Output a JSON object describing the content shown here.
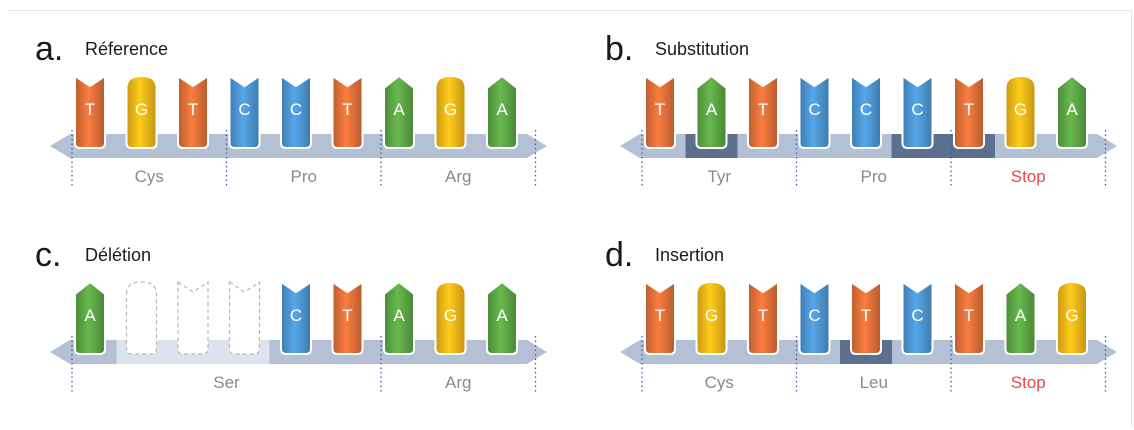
{
  "colors": {
    "T": "#e8743b",
    "G": "#fbbd18",
    "C": "#4f9bd9",
    "A": "#5fab47",
    "backbone": "#b4c0d3",
    "changed": "#5d6f8e",
    "deleted": "#dde3ec",
    "codon_text": "#8a8a8a",
    "stop_text": "#e04b4b",
    "divider": "#3b5ea8"
  },
  "panels": [
    {
      "id": "a",
      "label": "a.",
      "title": "Réference",
      "bases": [
        {
          "letter": "T",
          "shape": "receptor"
        },
        {
          "letter": "G",
          "shape": "round"
        },
        {
          "letter": "T",
          "shape": "receptor"
        },
        {
          "letter": "C",
          "shape": "receptor"
        },
        {
          "letter": "C",
          "shape": "receptor"
        },
        {
          "letter": "T",
          "shape": "receptor"
        },
        {
          "letter": "A",
          "shape": "pointed"
        },
        {
          "letter": "G",
          "shape": "round"
        },
        {
          "letter": "A",
          "shape": "pointed"
        }
      ],
      "codons": [
        {
          "name": "Cys",
          "stop": false,
          "from": 0,
          "to": 3
        },
        {
          "name": "Pro",
          "stop": false,
          "from": 3,
          "to": 6
        },
        {
          "name": "Arg",
          "stop": false,
          "from": 6,
          "to": 9
        }
      ],
      "dividers": [
        0,
        3,
        6,
        9
      ],
      "highlights": []
    },
    {
      "id": "b",
      "label": "b.",
      "title": "Substitution",
      "bases": [
        {
          "letter": "T",
          "shape": "receptor"
        },
        {
          "letter": "A",
          "shape": "pointed"
        },
        {
          "letter": "T",
          "shape": "receptor"
        },
        {
          "letter": "C",
          "shape": "receptor"
        },
        {
          "letter": "C",
          "shape": "receptor"
        },
        {
          "letter": "C",
          "shape": "receptor"
        },
        {
          "letter": "T",
          "shape": "receptor"
        },
        {
          "letter": "G",
          "shape": "round"
        },
        {
          "letter": "A",
          "shape": "pointed"
        }
      ],
      "codons": [
        {
          "name": "Tyr",
          "stop": false,
          "from": 0,
          "to": 3
        },
        {
          "name": "Pro",
          "stop": false,
          "from": 3,
          "to": 6
        },
        {
          "name": "Stop",
          "stop": true,
          "from": 6,
          "to": 9
        }
      ],
      "dividers": [
        0,
        3,
        6,
        9
      ],
      "highlights": [
        1,
        5,
        6
      ]
    },
    {
      "id": "c",
      "label": "c.",
      "title": "Délétion",
      "bases": [
        {
          "letter": "A",
          "shape": "pointed"
        },
        {
          "letter": "",
          "shape": "ghost-round"
        },
        {
          "letter": "",
          "shape": "ghost-receptor"
        },
        {
          "letter": "",
          "shape": "ghost-receptor"
        },
        {
          "letter": "C",
          "shape": "receptor"
        },
        {
          "letter": "T",
          "shape": "receptor"
        },
        {
          "letter": "A",
          "shape": "pointed"
        },
        {
          "letter": "G",
          "shape": "round"
        },
        {
          "letter": "A",
          "shape": "pointed"
        }
      ],
      "codons": [
        {
          "name": "Ser",
          "stop": false,
          "from": 0,
          "to": 6
        },
        {
          "name": "Arg",
          "stop": false,
          "from": 6,
          "to": 9
        }
      ],
      "dividers": [
        0,
        6,
        9
      ],
      "highlights": [],
      "deleted_range": [
        1,
        4
      ]
    },
    {
      "id": "d",
      "label": "d.",
      "title": "Insertion",
      "bases": [
        {
          "letter": "T",
          "shape": "receptor"
        },
        {
          "letter": "G",
          "shape": "round"
        },
        {
          "letter": "T",
          "shape": "receptor"
        },
        {
          "letter": "C",
          "shape": "receptor"
        },
        {
          "letter": "T",
          "shape": "receptor"
        },
        {
          "letter": "C",
          "shape": "receptor"
        },
        {
          "letter": "T",
          "shape": "receptor"
        },
        {
          "letter": "A",
          "shape": "pointed"
        },
        {
          "letter": "G",
          "shape": "round"
        }
      ],
      "codons": [
        {
          "name": "Cys",
          "stop": false,
          "from": 0,
          "to": 3
        },
        {
          "name": "Leu",
          "stop": false,
          "from": 3,
          "to": 6
        },
        {
          "name": "Stop",
          "stop": true,
          "from": 6,
          "to": 9
        }
      ],
      "dividers": [
        0,
        3,
        6,
        9
      ],
      "highlights": [
        4
      ]
    }
  ]
}
